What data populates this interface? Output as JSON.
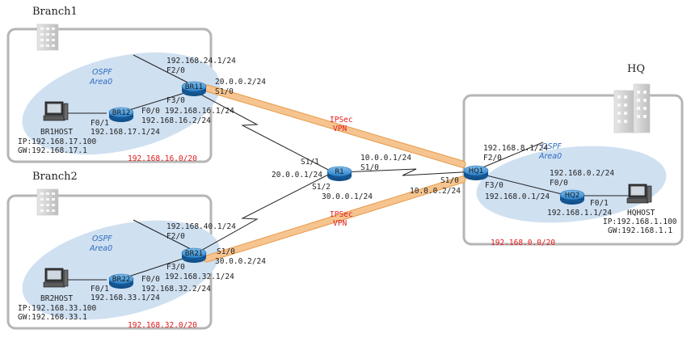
{
  "sites": {
    "branch1": {
      "title": "Branch1",
      "network": "192.168.16.0/20",
      "ospf": "OSPF",
      "area": "Area0"
    },
    "branch2": {
      "title": "Branch2",
      "network": "192.168.32.0/20",
      "ospf": "OSPF",
      "area": "Area0"
    },
    "hq": {
      "title": "HQ",
      "network": "192.168.0.0/20",
      "ospf": "OSPF",
      "area": "Area0"
    }
  },
  "routers": {
    "br11": {
      "name": "BR11"
    },
    "br12": {
      "name": "BR12"
    },
    "br21": {
      "name": "BR21"
    },
    "br22": {
      "name": "BR22"
    },
    "r1": {
      "name": "R1"
    },
    "hq1": {
      "name": "HQ1"
    },
    "hq2": {
      "name": "HQ2"
    }
  },
  "hosts": {
    "br1host": {
      "name": "BR1HOST",
      "ip": "IP:192.168.17.100",
      "gw": "GW:192.168.17.1"
    },
    "br2host": {
      "name": "BR2HOST",
      "ip": "IP:192.168.33.100",
      "gw": "GW:192.168.33.1"
    },
    "hqhost": {
      "name": "HQHOST",
      "ip": "IP:192.168.1.100",
      "gw": "GW:192.168.1.1"
    }
  },
  "labels": {
    "br11_f20_ip": "192.168.24.1/24",
    "br11_f20_if": "F2/0",
    "br11_s10_ip": "20.0.0.2/24",
    "br11_s10_if": "S1/0",
    "br11_f30_if": "F3/0",
    "br11_f30_ip": "192.168.16.1/24",
    "br12_f00_if": "F0/0",
    "br12_f00_ip": "192.168.16.2/24",
    "br12_f01_if": "F0/1",
    "br12_f01_ip": "192.168.17.1/24",
    "br21_f20_ip": "192.168.40.1/24",
    "br21_f20_if": "F2/0",
    "br21_s10_if": "S1/0",
    "br21_s10_ip": "30.0.0.2/24",
    "br21_f30_if": "F3/0",
    "br21_f30_ip": "192.168.32.1/24",
    "br22_f00_if": "F0/0",
    "br22_f00_ip": "192.168.32.2/24",
    "br22_f01_if": "F0/1",
    "br22_f01_ip": "192.168.33.1/24",
    "r1_s11_if": "S1/1",
    "r1_s11_ip": "20.0.0.1/24",
    "r1_s10_ip": "10.0.0.1/24",
    "r1_s10_if": "S1/0",
    "r1_s12_if": "S1/2",
    "r1_s12_ip": "30.0.0.1/24",
    "hq1_s10_if": "S1/0",
    "hq1_s10_ip": "10.0.0.2/24",
    "hq1_f20_ip": "192.168.8.1/24",
    "hq1_f20_if": "F2/0",
    "hq1_f30_if": "F3/0",
    "hq1_f30_ip": "192.168.0.1/24",
    "hq2_f00_ip": "192.168.0.2/24",
    "hq2_f00_if": "F0/0",
    "hq2_f01_if": "F0/1",
    "hq2_f01_ip": "192.168.1.1/24"
  },
  "vpn": {
    "upper": {
      "l1": "IPSec",
      "l2": "VPN"
    },
    "lower": {
      "l1": "IPSec",
      "l2": "VPN"
    }
  },
  "colors": {
    "tunnel": "#f6c48f",
    "tunnel_edge": "#e59a4a",
    "ellipse": "#cfe0f1",
    "router": "#2a7fc8",
    "frame": "#b5b5b5",
    "accent": "#e01b1b"
  }
}
